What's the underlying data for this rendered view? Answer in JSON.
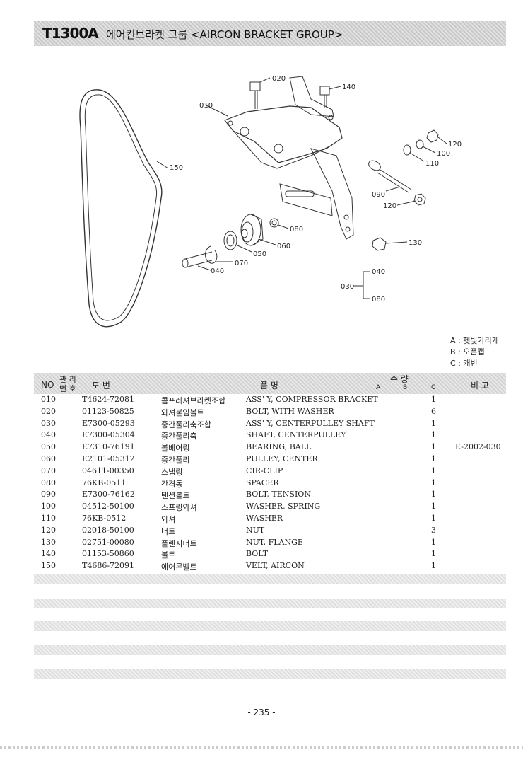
{
  "header": {
    "model": "T1300A",
    "title": "에어컨브라켓 그룹 <AIRCON BRACKET GROUP>"
  },
  "callouts": {
    "c010": "010",
    "c020": "020",
    "c140": "140",
    "c120a": "120",
    "c100": "100",
    "c110": "110",
    "c090": "090",
    "c120b": "120",
    "c080": "080",
    "c060": "060",
    "c050": "050",
    "c070": "070",
    "c040": "040",
    "c130": "130",
    "c150": "150",
    "group": {
      "parent": "030",
      "top": "040",
      "bottom": "080"
    }
  },
  "legend": [
    "A : 헷빛가리게",
    "B : 오픈캡",
    "C : 캐빈"
  ],
  "table": {
    "headers": {
      "no": "NO",
      "mgmt_top": "관 리",
      "mgmt_bottom": "번 호",
      "drawing": "도 번",
      "name": "품 명",
      "qty": "수 량",
      "qa": "A",
      "qb": "B",
      "qc": "C",
      "note": "비 고"
    },
    "rows": [
      {
        "no": "010",
        "code": "T4624-72081",
        "kor": "콤프레셔브라켓조합",
        "eng": "ASS' Y, COMPRESSOR  BRACKET",
        "qty": "1",
        "note": ""
      },
      {
        "no": "020",
        "code": "01123-50825",
        "kor": "와셔붙임볼트",
        "eng": "BOLT, WITH WASHER",
        "qty": "6",
        "note": ""
      },
      {
        "no": "030",
        "code": "E7300-05293",
        "kor": "중간풀리축조합",
        "eng": "ASS' Y, CENTERPULLEY SHAFT",
        "qty": "1",
        "note": ""
      },
      {
        "no": "040",
        "code": "E7300-05304",
        "kor": "중간풀리축",
        "eng": "SHAFT, CENTERPULLEY",
        "qty": "1",
        "note": ""
      },
      {
        "no": "050",
        "code": "E7310-76191",
        "kor": "볼베어링",
        "eng": "BEARING, BALL",
        "qty": "1",
        "note": "E-2002-030"
      },
      {
        "no": "060",
        "code": "E2101-05312",
        "kor": "중간풀리",
        "eng": "PULLEY, CENTER",
        "qty": "1",
        "note": ""
      },
      {
        "no": "070",
        "code": "04611-00350",
        "kor": "스냅링",
        "eng": "CIR-CLIP",
        "qty": "1",
        "note": ""
      },
      {
        "no": "080",
        "code": "76KB-0511",
        "kor": "간격동",
        "eng": "SPACER",
        "qty": "1",
        "note": ""
      },
      {
        "no": "090",
        "code": "E7300-76162",
        "kor": "텐션볼트",
        "eng": "BOLT, TENSION",
        "qty": "1",
        "note": ""
      },
      {
        "no": "100",
        "code": "04512-50100",
        "kor": "스프링와셔",
        "eng": "WASHER, SPRING",
        "qty": "1",
        "note": ""
      },
      {
        "no": "110",
        "code": "76KB-0512",
        "kor": "와셔",
        "eng": "WASHER",
        "qty": "1",
        "note": ""
      },
      {
        "no": "120",
        "code": "02018-50100",
        "kor": "너트",
        "eng": "NUT",
        "qty": "3",
        "note": ""
      },
      {
        "no": "130",
        "code": "02751-00080",
        "kor": "플렌지너트",
        "eng": "NUT, FLANGE",
        "qty": "1",
        "note": ""
      },
      {
        "no": "140",
        "code": "01153-50860",
        "kor": "볼트",
        "eng": "BOLT",
        "qty": "1",
        "note": ""
      },
      {
        "no": "150",
        "code": "T4686-72091",
        "kor": "에어콘벨트",
        "eng": "VELT, AIRCON",
        "qty": "1",
        "note": ""
      }
    ]
  },
  "page_number": "- 235 -"
}
